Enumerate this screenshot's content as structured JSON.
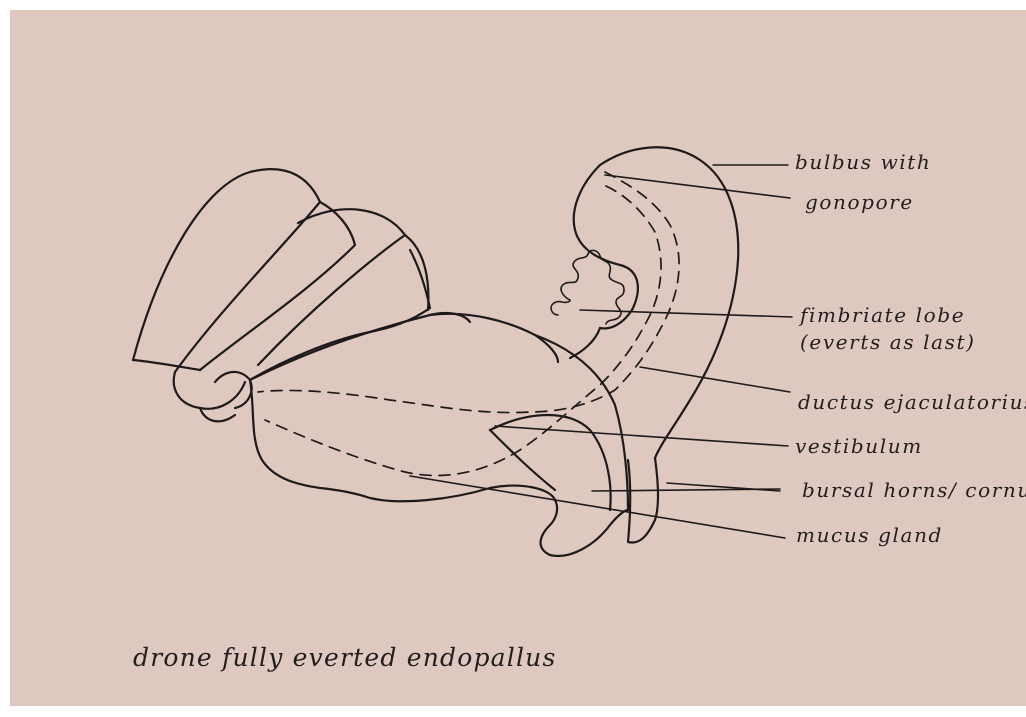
{
  "labels": {
    "bulbus_line1": "bulbus with",
    "bulbus_line2": "gonopore",
    "fimbriate_line1": "fimbriate lobe",
    "fimbriate_line2": "(everts as last)",
    "ductus": "ductus ejaculatorius",
    "vestibulum": "vestibulum",
    "bursal": "bursal horns/ cornua",
    "mucus": "mucus gland"
  },
  "caption": "drone  fully everted endopallus",
  "colors": {
    "paper": "#dfc8bf",
    "ink": "#1e1a1c",
    "border": "#ffffff"
  }
}
